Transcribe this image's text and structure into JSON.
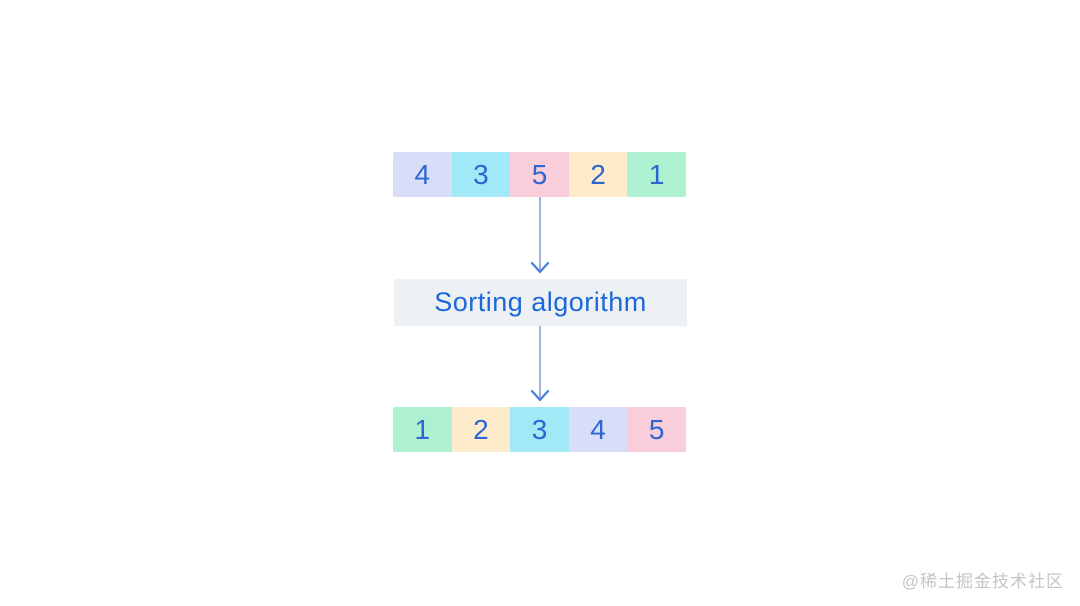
{
  "diagram": {
    "algorithm_label": "Sorting algorithm",
    "unsorted_array": [
      {
        "value": "4",
        "color": "#d9def8"
      },
      {
        "value": "3",
        "color": "#a1e9f7"
      },
      {
        "value": "5",
        "color": "#f9cdd9"
      },
      {
        "value": "2",
        "color": "#fdebcb"
      },
      {
        "value": "1",
        "color": "#aef1d0"
      }
    ],
    "sorted_array": [
      {
        "value": "1",
        "color": "#aef1d0"
      },
      {
        "value": "2",
        "color": "#fdebcb"
      },
      {
        "value": "3",
        "color": "#a1e9f7"
      },
      {
        "value": "4",
        "color": "#d9def8"
      },
      {
        "value": "5",
        "color": "#f9cdd9"
      }
    ]
  },
  "colors": {
    "page_background": "#ffffff",
    "number_text": "#2b66d4",
    "label_text": "#1c67da",
    "box_background": "#eef1f3",
    "arrow_line": "#94abde",
    "arrow_head": "#4b7fd9",
    "watermark_text": "#c5c5c5"
  },
  "watermark": "@稀土掘金技术社区"
}
